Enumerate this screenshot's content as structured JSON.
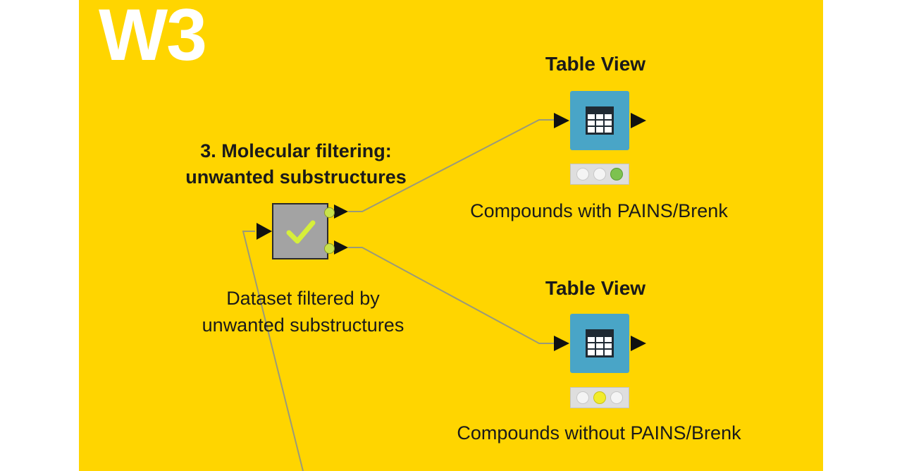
{
  "badge": {
    "text": "W3"
  },
  "filter_node": {
    "title_line1": "3. Molecular filtering:",
    "title_line2": "unwanted substructures",
    "label_line1": "Dataset filtered by",
    "label_line2": "unwanted substructures",
    "icon": "checkmark-icon"
  },
  "table_view_1": {
    "title": "Table View",
    "label": "Compounds with PAINS/Brenk",
    "status": "green",
    "icon": "table-grid-icon"
  },
  "table_view_2": {
    "title": "Table View",
    "label": "Compounds without PAINS/Brenk",
    "status": "yellow",
    "icon": "table-grid-icon"
  },
  "colors": {
    "background": "#FFD500",
    "node_blue": "#49a5c7",
    "node_gray": "#a3a3a3",
    "status_green": "#7dc24f",
    "status_yellow": "#f2ec2a"
  }
}
